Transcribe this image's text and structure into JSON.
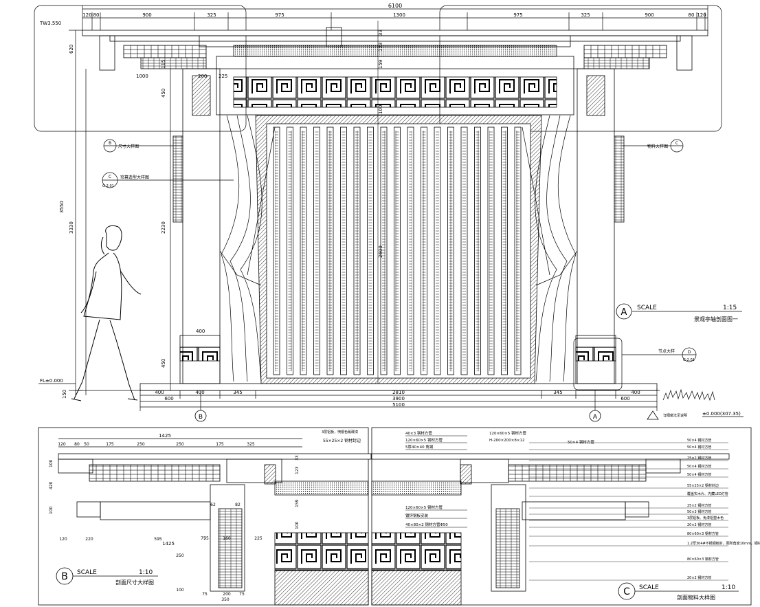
{
  "top_dims": {
    "overall": "6100",
    "left": [
      "120",
      "80",
      "900",
      "325",
      "975"
    ],
    "center": "1300",
    "right": [
      "975",
      "325",
      "900",
      "80",
      "120"
    ]
  },
  "left_annotations": {
    "top_level": "TW3.550",
    "v620": "620",
    "v115": "115",
    "v1000": "1000",
    "v225": "225",
    "v200": "200",
    "v450a": "450",
    "v3550": "3550",
    "v3330": "3330",
    "v2230": "2230",
    "v450b": "450",
    "v150": "150",
    "fl": "FL±0.000",
    "v400": "400"
  },
  "center_vertical": [
    "33",
    "123",
    "159",
    "100",
    "2600"
  ],
  "bottom_dims": {
    "row1_left": [
      "400",
      "400",
      "345"
    ],
    "row1_center": "2810",
    "row1_right": [
      "345",
      "400"
    ],
    "row2_left": "600",
    "row2_center": "3900",
    "row2_right": "600",
    "row3": "5100",
    "grid_left": "B",
    "grid_right": "A",
    "level": "±0.000(307.35)"
  },
  "callouts": {
    "b_label": "B",
    "b_text": "尺寸大样图",
    "c_label": "C",
    "c_sub": "G-2.01",
    "c_text": "帘幕造型大样图",
    "c_right_label": "C",
    "c_right_text": "物料大样图",
    "d_label": "D",
    "d_sub": "G-2.01",
    "d_text": "节点大样",
    "triangle_text": "详细做法见说明"
  },
  "title_a": {
    "circle": "A",
    "scale_word": "SCALE",
    "scale_val": "1:15",
    "name": "景观亭轴剖面图一"
  },
  "title_b": {
    "circle": "B",
    "scale_word": "SCALE",
    "scale_val": "1:10",
    "name": "剖面尺寸大样图"
  },
  "title_c": {
    "circle": "C",
    "scale_word": "SCALE",
    "scale_val": "1:10",
    "name": "剖面物料大样图"
  },
  "detail_b": {
    "top_row": [
      "120",
      "80",
      "50",
      "175",
      "250",
      "250",
      "175",
      "325"
    ],
    "top_total": "1425",
    "vert": [
      "100",
      "420",
      "100"
    ],
    "mid_row": [
      "120",
      "220",
      "595"
    ],
    "mid_total": "1425",
    "mid_vert": [
      "62",
      "82",
      "75",
      "75",
      "225",
      "160",
      "250",
      "100"
    ],
    "bottom": [
      "75",
      "200",
      "75",
      "350"
    ],
    "note": "3层铝板，喷银色氟碳漆",
    "label_55": "55×25×2 钢材封边",
    "center_v": [
      "33",
      "123",
      "159",
      "100"
    ]
  },
  "detail_c": {
    "left_labels": [
      "40×3  钢材方管",
      "120×60×5 钢材方管",
      "5厚40×40 角钢",
      "120×60×5 钢材方管",
      "镀锌钢板安装",
      "40×80×2 钢材方管Φ50"
    ],
    "top_labels": [
      "120×60×5 钢材方管",
      "H-200×200×8×12"
    ],
    "label_50x4": "50×4  钢材方管",
    "right_labels": [
      "50×4 钢材方管",
      "50×4 钢材方管",
      "25×2 钢材方管",
      "50×4 钢材方管",
      "50×4 钢材方管",
      "55×25×2 钢材封边",
      "覆盖实木片、内藏LED灯管",
      "25×2 钢材方管",
      "50×3 钢材方管",
      "3层铝板、免漆铝塑木色",
      "20×2 钢材方管",
      "80×60×3 钢材方管",
      "1.2厚304#不锈钢板封，厕所角度10mm，钢材弯折通长",
      "80×60×3 钢材方管",
      "20×2 钢材方管"
    ]
  }
}
